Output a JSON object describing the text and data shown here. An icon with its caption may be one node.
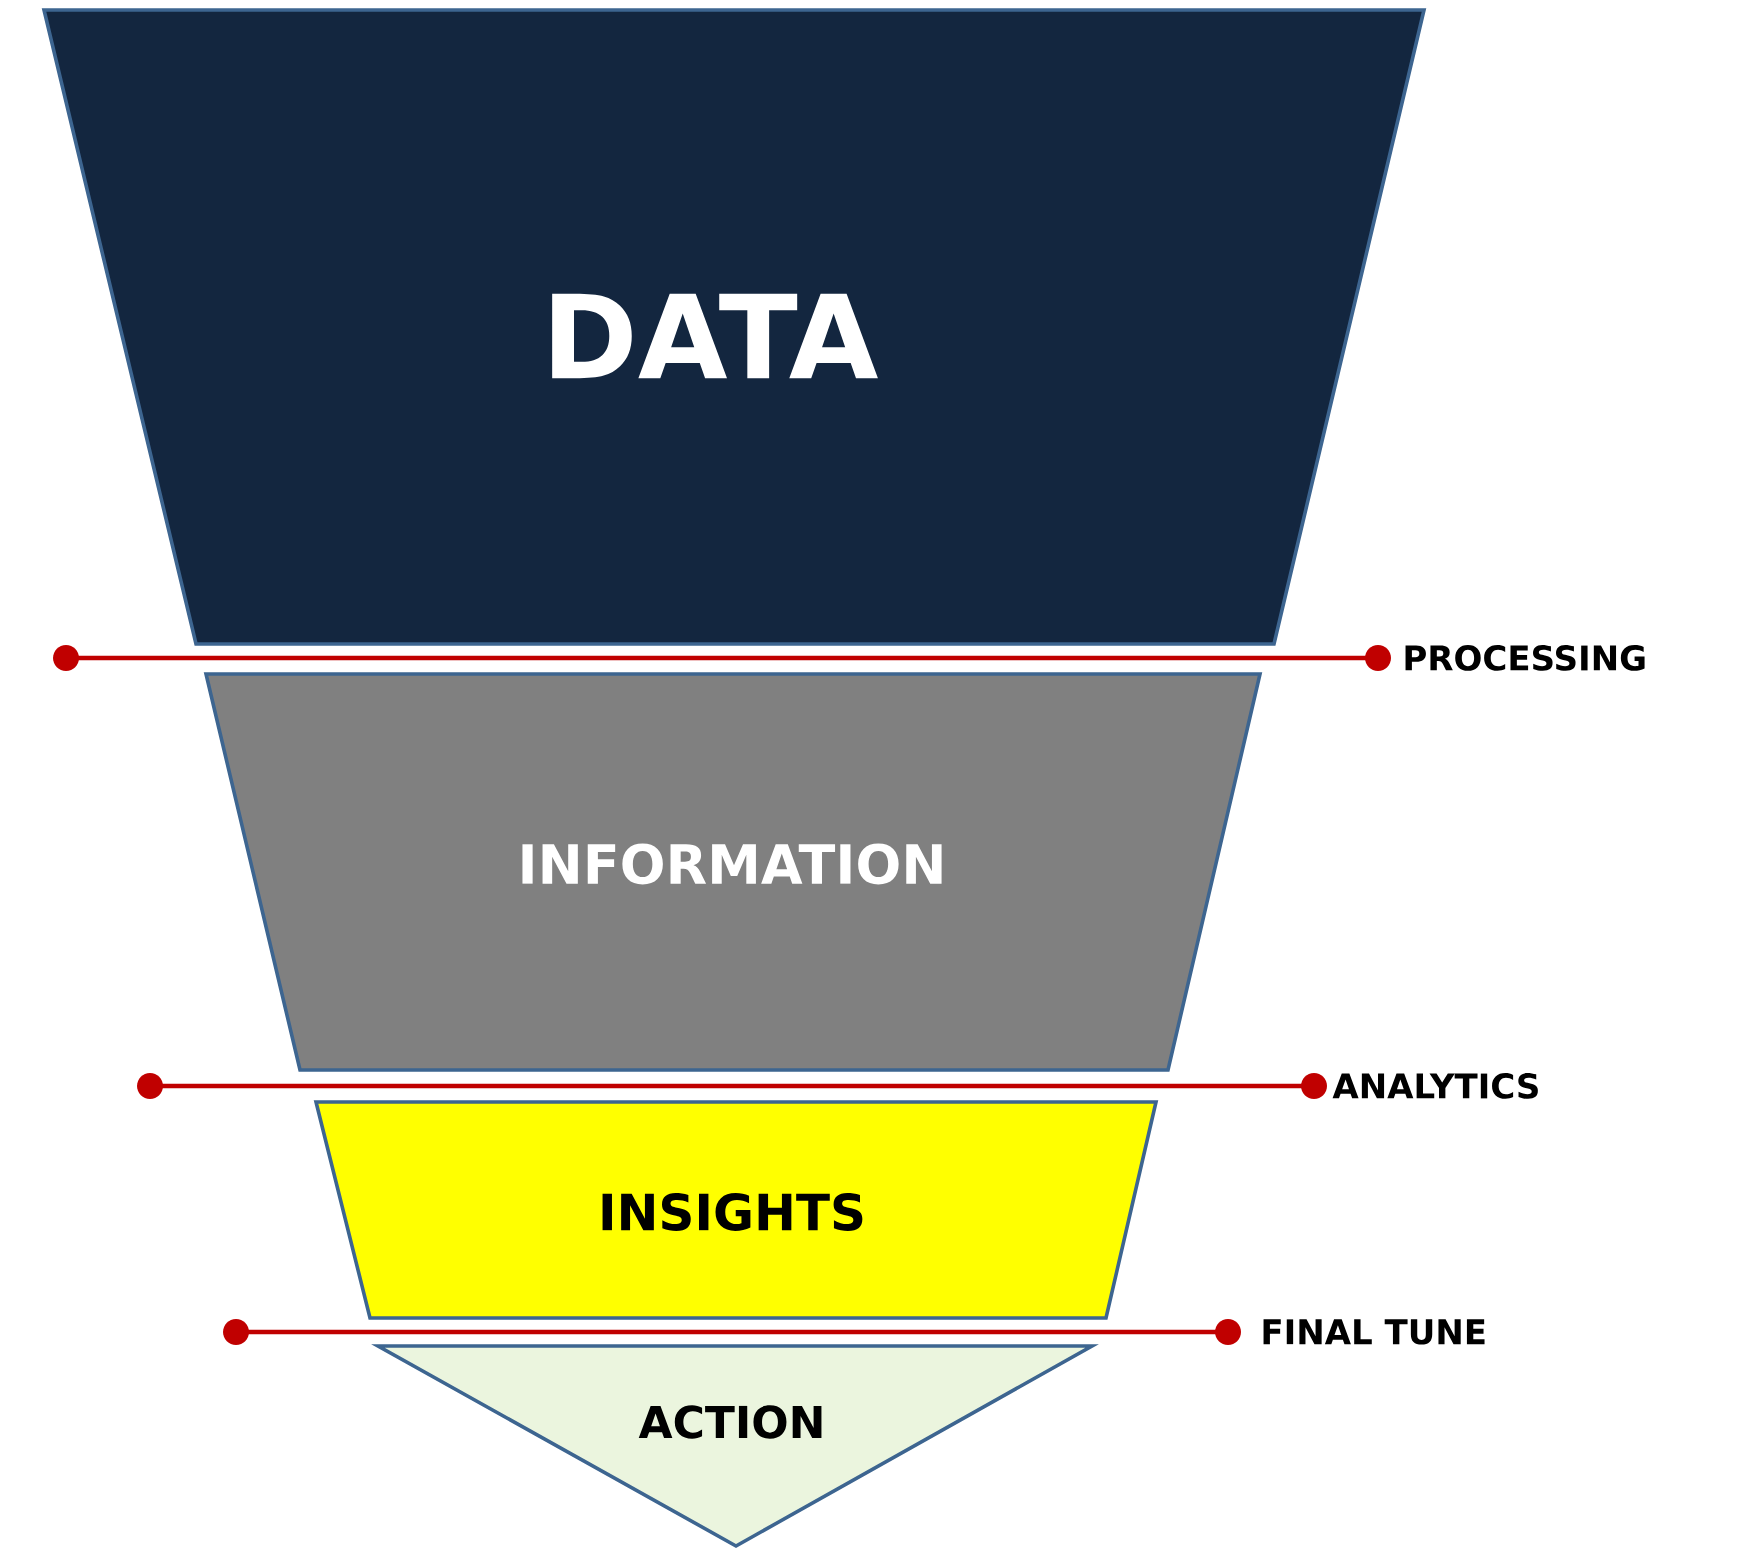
{
  "diagram": {
    "nodes": [
      {
        "text": [
          "DATA"
        ]
      },
      {
        "text": [
          "INFORMATION"
        ]
      },
      {
        "text": [
          "INSIGHTS"
        ]
      },
      {
        "text": [
          "ACTION"
        ]
      }
    ],
    "labels": [
      "PROCESSING",
      "ANALYTICS",
      "FINAL TUNE"
    ]
  }
}
